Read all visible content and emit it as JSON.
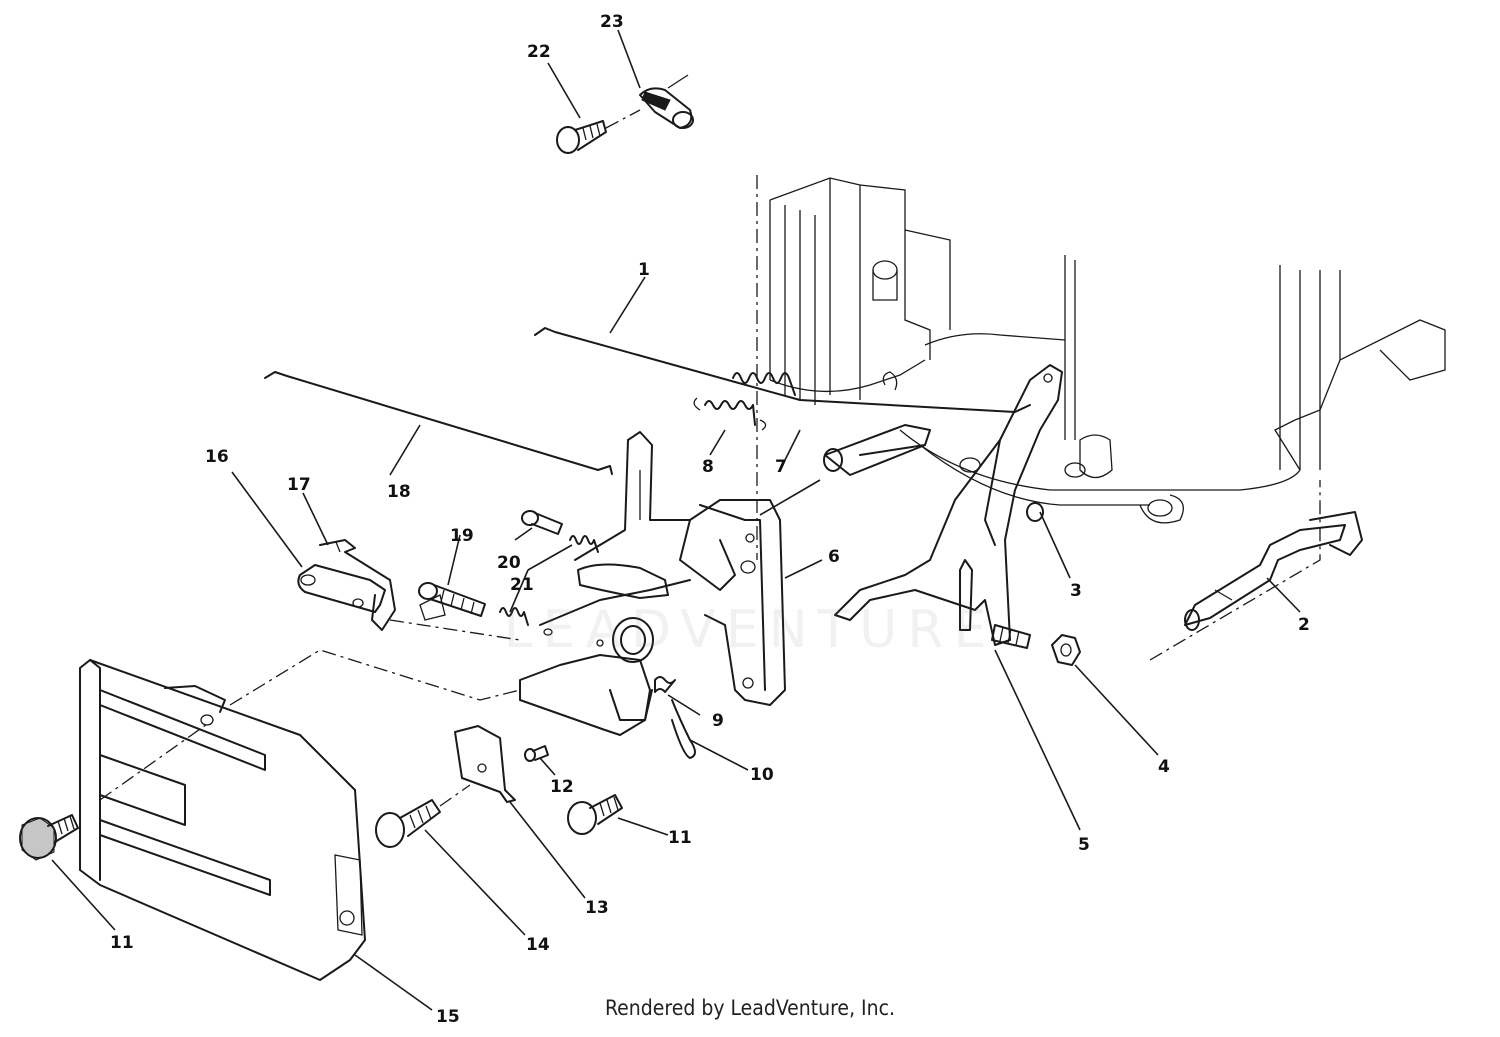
{
  "footer": {
    "credit": "Rendered by LeadVenture, Inc."
  },
  "watermark": {
    "text": "LEADVENTURE"
  },
  "callouts": [
    {
      "id": "1",
      "text": "1"
    },
    {
      "id": "2",
      "text": "2"
    },
    {
      "id": "3",
      "text": "3"
    },
    {
      "id": "4",
      "text": "4"
    },
    {
      "id": "5",
      "text": "5"
    },
    {
      "id": "6",
      "text": "6"
    },
    {
      "id": "7",
      "text": "7"
    },
    {
      "id": "8",
      "text": "8"
    },
    {
      "id": "9",
      "text": "9"
    },
    {
      "id": "10",
      "text": "10"
    },
    {
      "id": "11a",
      "text": "11"
    },
    {
      "id": "11b",
      "text": "11"
    },
    {
      "id": "12",
      "text": "12"
    },
    {
      "id": "13",
      "text": "13"
    },
    {
      "id": "14",
      "text": "14"
    },
    {
      "id": "15",
      "text": "15"
    },
    {
      "id": "16",
      "text": "16"
    },
    {
      "id": "17",
      "text": "17"
    },
    {
      "id": "18",
      "text": "18"
    },
    {
      "id": "19",
      "text": "19"
    },
    {
      "id": "20",
      "text": "20"
    },
    {
      "id": "21",
      "text": "21"
    },
    {
      "id": "22",
      "text": "22"
    },
    {
      "id": "23",
      "text": "23"
    }
  ]
}
